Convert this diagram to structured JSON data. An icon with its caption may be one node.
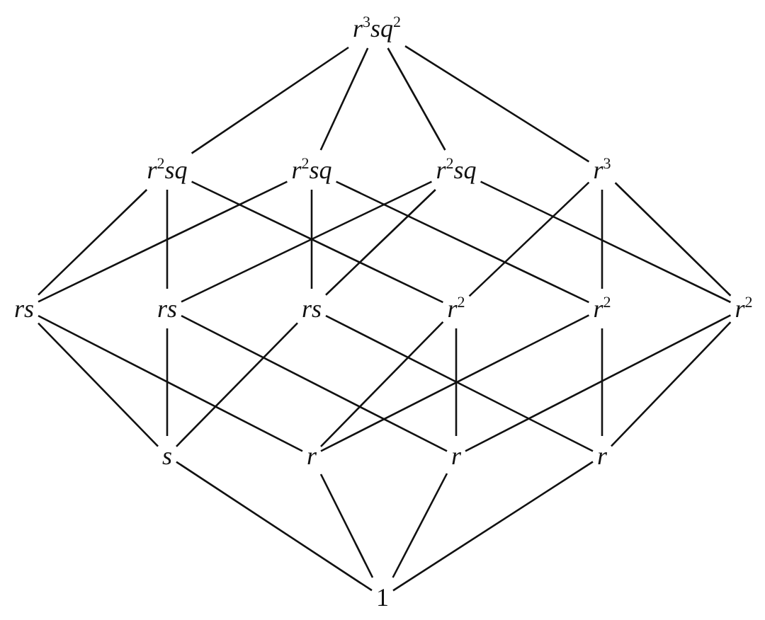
{
  "diagram": {
    "nodes": [
      {
        "text": [
          "r$^{3}$sq$^{2}$"
        ]
      },
      {
        "text": [
          "r$^{2}$sq"
        ]
      },
      {
        "text": [
          "r$^{2}$sq"
        ]
      },
      {
        "text": [
          "r$^{2}$sq"
        ]
      },
      {
        "text": [
          "r$^{3}$"
        ]
      },
      {
        "text": [
          "rs"
        ]
      },
      {
        "text": [
          "rs"
        ]
      },
      {
        "text": [
          "rs"
        ]
      },
      {
        "text": [
          "r$^{2}$"
        ]
      },
      {
        "text": [
          "r$^{2}$"
        ]
      },
      {
        "text": [
          "r$^{2}$"
        ]
      },
      {
        "text": [
          "s"
        ]
      },
      {
        "text": [
          "r"
        ]
      },
      {
        "text": [
          "r"
        ]
      },
      {
        "text": [
          "r"
        ]
      },
      {
        "text": [
          "1"
        ]
      }
    ],
    "edges": [
      {
        "from": 0,
        "to": 1,
        "arrow": "none"
      },
      {
        "from": 0,
        "to": 2,
        "arrow": "none"
      },
      {
        "from": 0,
        "to": 3,
        "arrow": "none"
      },
      {
        "from": 0,
        "to": 4,
        "arrow": "none"
      },
      {
        "from": 1,
        "to": 5,
        "arrow": "none"
      },
      {
        "from": 1,
        "to": 6,
        "arrow": "none"
      },
      {
        "from": 1,
        "to": 8,
        "arrow": "none"
      },
      {
        "from": 2,
        "to": 5,
        "arrow": "none"
      },
      {
        "from": 2,
        "to": 7,
        "arrow": "none"
      },
      {
        "from": 2,
        "to": 9,
        "arrow": "none"
      },
      {
        "from": 3,
        "to": 6,
        "arrow": "none"
      },
      {
        "from": 3,
        "to": 7,
        "arrow": "none"
      },
      {
        "from": 3,
        "to": 10,
        "arrow": "none"
      },
      {
        "from": 4,
        "to": 8,
        "arrow": "none"
      },
      {
        "from": 4,
        "to": 9,
        "arrow": "none"
      },
      {
        "from": 4,
        "to": 10,
        "arrow": "none"
      },
      {
        "from": 5,
        "to": 11,
        "arrow": "none"
      },
      {
        "from": 5,
        "to": 12,
        "arrow": "none"
      },
      {
        "from": 6,
        "to": 11,
        "arrow": "none"
      },
      {
        "from": 6,
        "to": 13,
        "arrow": "none"
      },
      {
        "from": 7,
        "to": 11,
        "arrow": "none"
      },
      {
        "from": 7,
        "to": 14,
        "arrow": "none"
      },
      {
        "from": 8,
        "to": 12,
        "arrow": "none"
      },
      {
        "from": 8,
        "to": 13,
        "arrow": "none"
      },
      {
        "from": 9,
        "to": 12,
        "arrow": "none"
      },
      {
        "from": 9,
        "to": 14,
        "arrow": "none"
      },
      {
        "from": 10,
        "to": 13,
        "arrow": "none"
      },
      {
        "from": 10,
        "to": 14,
        "arrow": "none"
      },
      {
        "from": 11,
        "to": 15,
        "arrow": "none"
      },
      {
        "from": 12,
        "to": 15,
        "arrow": "none"
      },
      {
        "from": 13,
        "to": 15,
        "arrow": "none"
      },
      {
        "from": 14,
        "to": 15,
        "arrow": "none"
      }
    ]
  }
}
